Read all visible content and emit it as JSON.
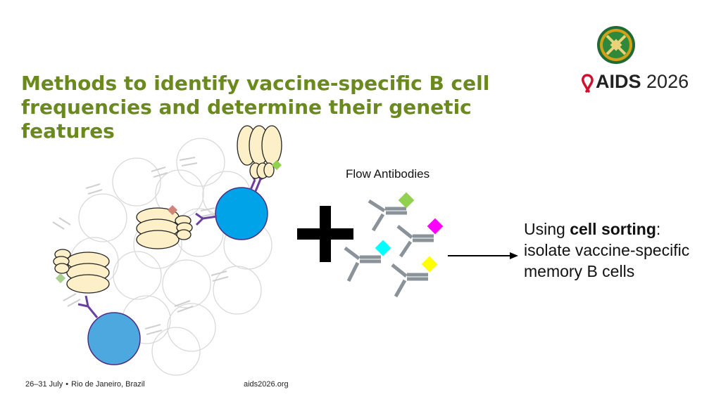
{
  "slide": {
    "title": "Methods to identify vaccine-specific B cell frequencies and determine their genetic features",
    "flow_label": "Flow Antibodies",
    "sorting": {
      "prefix": "Using ",
      "bold": "cell sorting",
      "suffix": ":",
      "line2": "isolate vaccine-specific",
      "line3": "memory B cells"
    },
    "logo": {
      "name": "AIDS",
      "year": "2026"
    },
    "footer": {
      "dates": "26–31 July",
      "bullet": "•",
      "location": "Rio de Janeiro, Brazil",
      "url": "aids2026.org"
    }
  },
  "colors": {
    "title": "#6a8a1e",
    "b_cell_main": "#00a3e8",
    "b_cell_second": "#4da8e0",
    "antigen_yellow": "#fdf0c8",
    "receptor_purple": "#6b3fa0",
    "ab_gray": "#8a939a",
    "tag_green": "#92d050",
    "tag_magenta": "#ff00ff",
    "tag_cyan": "#00ffff",
    "tag_yellow": "#ffff00",
    "ribbon_red": "#d0102e",
    "seal_green": "#2e8a3a",
    "seal_gold": "#d4a017"
  },
  "icons": [
    "aids-ribbon-icon",
    "conference-seal-icon",
    "plus-icon",
    "arrow-right-icon"
  ]
}
